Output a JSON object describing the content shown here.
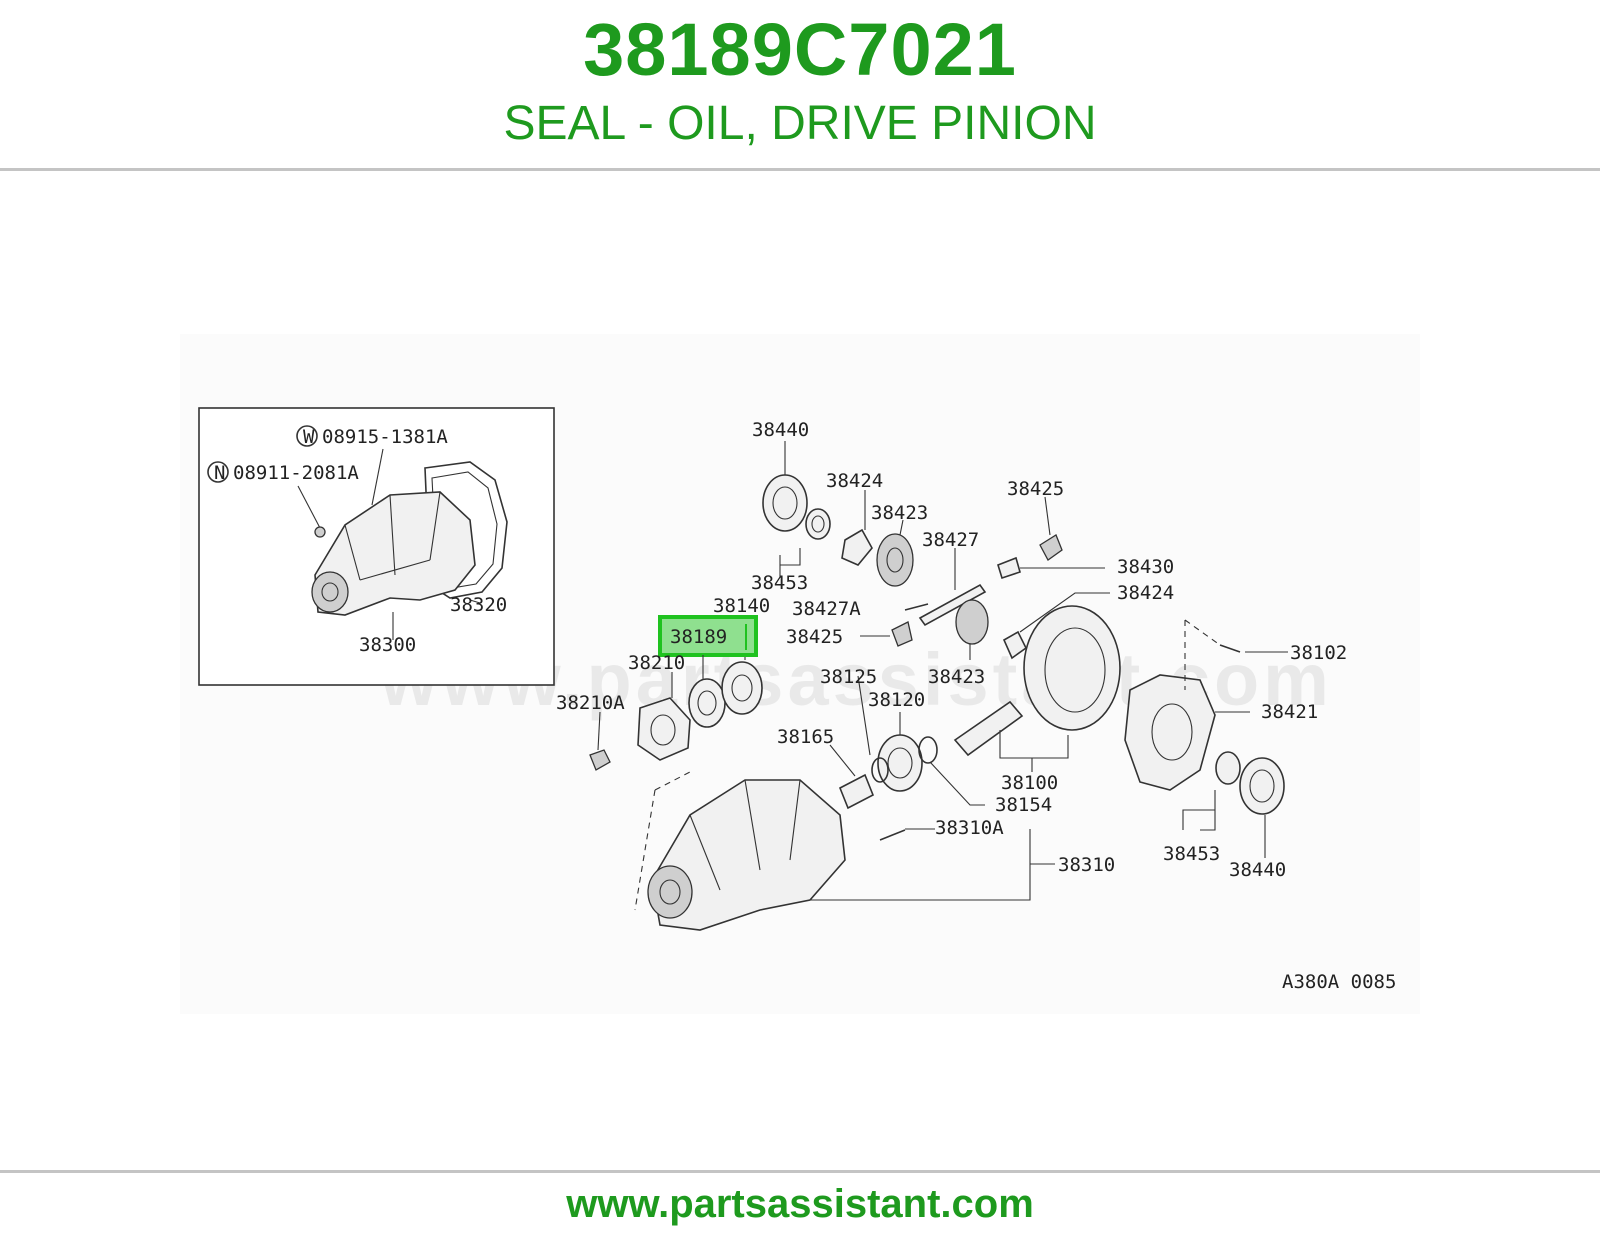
{
  "header": {
    "part_number": "38189C7021",
    "description": "SEAL - OIL, DRIVE PINION"
  },
  "diagram": {
    "highlighted_part": "38189",
    "watermark": "www.partsassistant.com",
    "figure_code": "A380A 0085",
    "inset_labels": {
      "washer_symbol": "W",
      "washer_part": "08915-1381A",
      "nut_symbol": "N",
      "nut_part": "08911-2081A",
      "gasket": "38320",
      "carrier_assy": "38300"
    },
    "callouts": {
      "c38440_top": "38440",
      "c38424_top": "38424",
      "c38423_top": "38423",
      "c38425_top": "38425",
      "c38427": "38427",
      "c38430": "38430",
      "c38453_top": "38453",
      "c38424_right": "38424",
      "c38140": "38140",
      "c38427A": "38427A",
      "c38425_mid": "38425",
      "c38189": "38189",
      "c38102": "38102",
      "c38210": "38210",
      "c38125": "38125",
      "c38423_mid": "38423",
      "c38210A": "38210A",
      "c38120": "38120",
      "c38421": "38421",
      "c38165": "38165",
      "c38100": "38100",
      "c38154": "38154",
      "c38310A": "38310A",
      "c38453_bottom": "38453",
      "c38310": "38310",
      "c38440_bottom": "38440"
    }
  },
  "footer": {
    "url": "www.partsassistant.com"
  },
  "colors": {
    "brand_green": "#1e9a1e",
    "highlight_green": "#1fc21f",
    "highlight_fill": "#8fe08f"
  }
}
